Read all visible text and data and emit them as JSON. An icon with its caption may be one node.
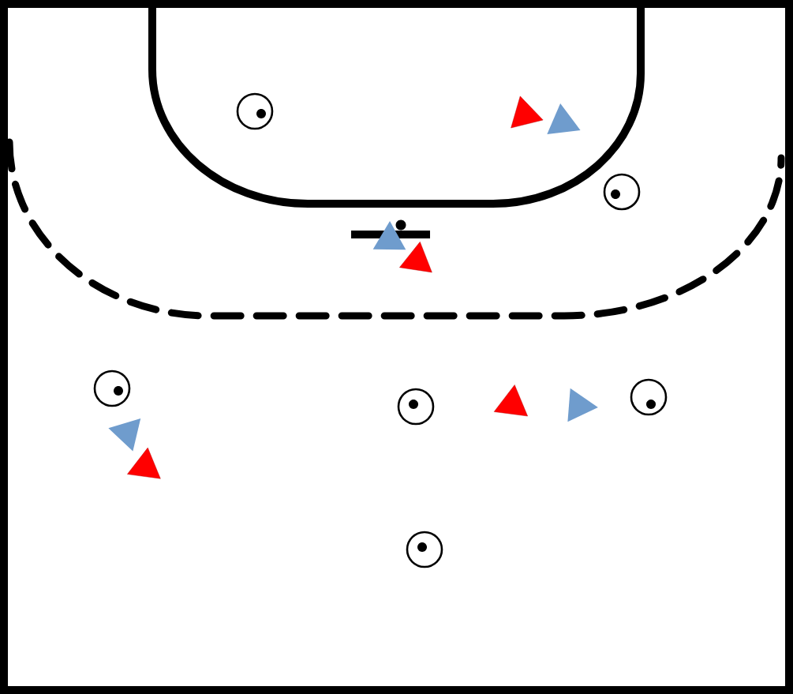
{
  "diagram": {
    "nodes": [
      {
        "text": [],
        "shape": "triangle"
      },
      {
        "text": [],
        "shape": "circle"
      },
      {
        "text": [],
        "shape": "triangle"
      },
      {
        "text": [],
        "shape": "circle"
      },
      {
        "text": [],
        "shape": "dot"
      },
      {
        "text": [],
        "shape": "triangle"
      },
      {
        "text": [],
        "shape": "triangle"
      },
      {
        "text": [],
        "shape": "circle"
      },
      {
        "text": [],
        "shape": "triangle"
      },
      {
        "text": [],
        "shape": "circle"
      },
      {
        "text": [],
        "shape": "triangle"
      },
      {
        "text": [],
        "shape": "circle"
      },
      {
        "text": [],
        "shape": "triangle"
      },
      {
        "text": [],
        "shape": "triangle"
      },
      {
        "text": [],
        "shape": "circle"
      }
    ]
  }
}
